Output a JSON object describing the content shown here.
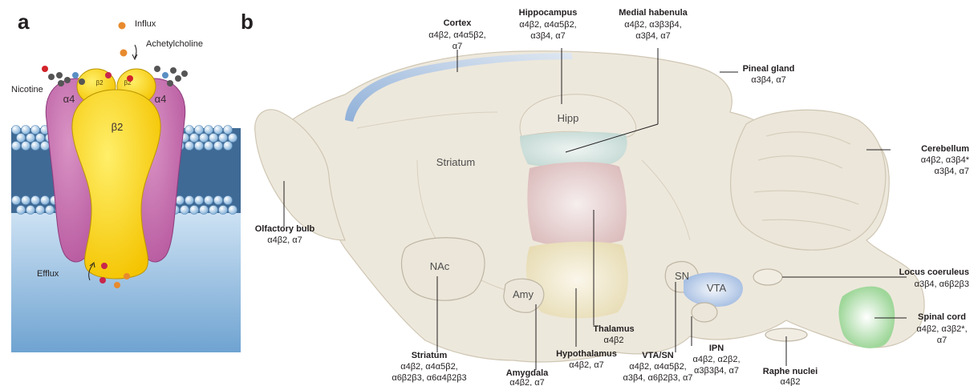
{
  "panels": {
    "a": "a",
    "b": "b"
  },
  "panel_a": {
    "influx": "Influx",
    "acetylcholine": "Achetylcholine",
    "nicotine": "Nicotine",
    "efflux": "Efflux",
    "alpha4_left": "α4",
    "alpha4_right": "α4",
    "beta2_main": "β2",
    "beta2_small_left": "β2",
    "beta2_small_right": "β2"
  },
  "panel_b": {
    "regions": {
      "hipp": "Hipp",
      "striatum": "Striatum",
      "nac": "NAc",
      "amy": "Amy",
      "sn": "SN",
      "vta": "VTA"
    },
    "labels": [
      {
        "name": "Cortex",
        "lines": [
          "α4β2, α4α5β2,",
          "α7"
        ]
      },
      {
        "name": "Hippocampus",
        "lines": [
          "α4β2, α4α5β2,",
          "α3β4, α7"
        ]
      },
      {
        "name": "Medial habenula",
        "lines": [
          "α4β2, α3β3β4,",
          "α3β4, α7"
        ]
      },
      {
        "name": "Pineal gland",
        "lines": [
          "α3β4, α7"
        ]
      },
      {
        "name": "Cerebellum",
        "lines": [
          "α4β2, α3β4*",
          "α3β4, α7"
        ]
      },
      {
        "name": "Olfactory bulb",
        "lines": [
          "α4β2, α7"
        ]
      },
      {
        "name": "Locus coeruleus",
        "lines": [
          "α3β4, α6β2β3"
        ]
      },
      {
        "name": "Spinal cord",
        "lines": [
          "α4β2, α3β2*,",
          "α7"
        ]
      },
      {
        "name": "Thalamus",
        "lines": [
          "α4β2"
        ]
      },
      {
        "name": "Striatum",
        "lines": [
          "α4β2, α4α5β2,",
          "α6β2β3, α6α4β2β3"
        ]
      },
      {
        "name": "Hypothalamus",
        "lines": [
          "α4β2, α7"
        ]
      },
      {
        "name": "VTA/SN",
        "lines": [
          "α4β2, α4α5β2,",
          "α3β4, α6β2β3, α7"
        ]
      },
      {
        "name": "IPN",
        "lines": [
          "α4β2, α2β2,",
          "α3β3β4, α7"
        ]
      },
      {
        "name": "Amygdala",
        "lines": [
          "α4β2, α7"
        ]
      },
      {
        "name": "Raphe nuclei",
        "lines": [
          "α4β2"
        ]
      }
    ]
  }
}
